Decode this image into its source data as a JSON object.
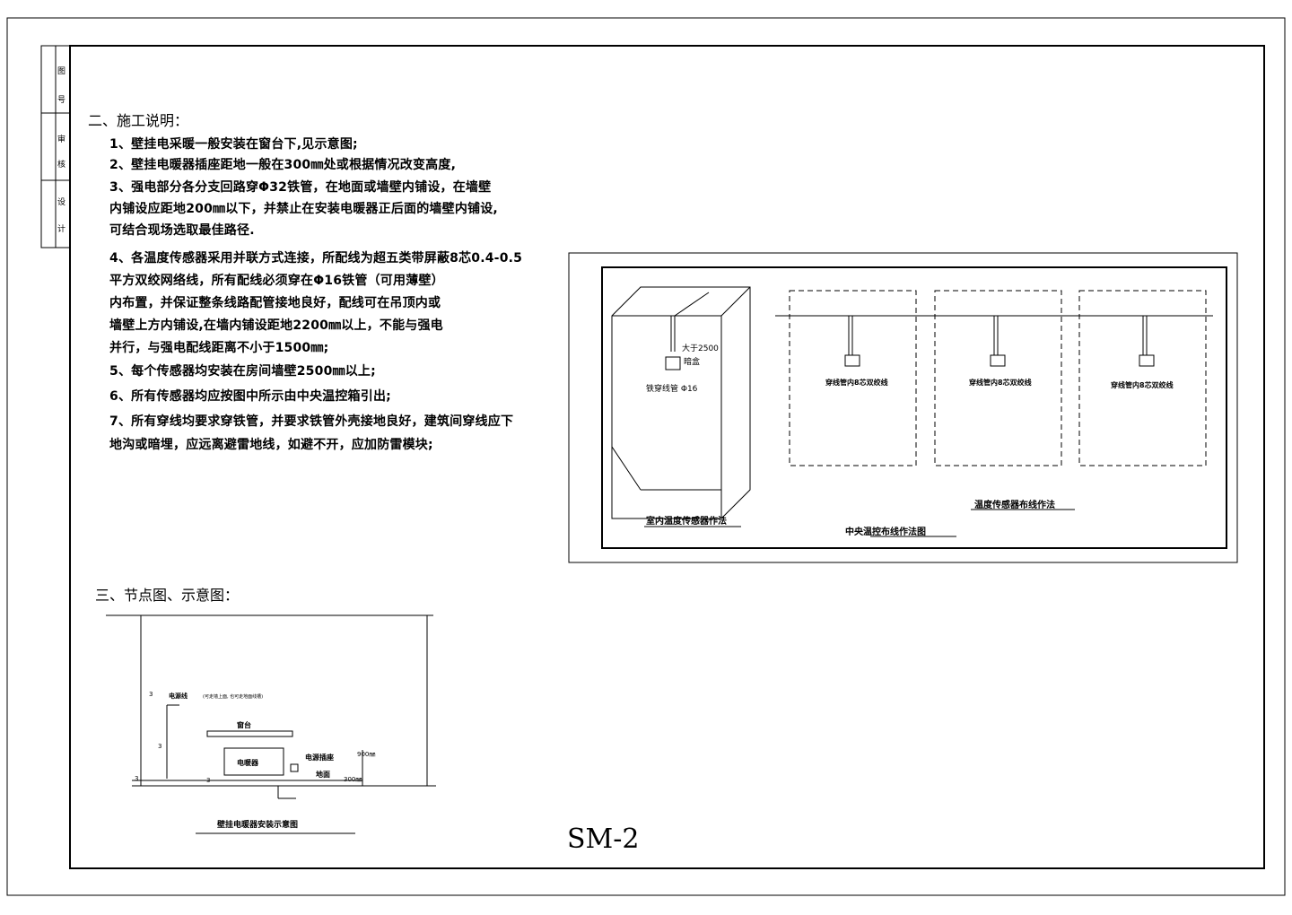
{
  "title_block": {
    "labels": [
      "图",
      "号",
      "审",
      "核",
      "设",
      "计"
    ]
  },
  "section2": {
    "heading": "二、施工说明：",
    "lines": [
      "1、壁挂电采暖一般安装在窗台下,见示意图;",
      "2、壁挂电暖器插座距地一般在300㎜处或根据情况改变高度,",
      "3、强电部分各分支回路穿Φ32铁管，在地面或墙壁内铺设，在墙壁",
      "内铺设应距地200㎜以下，并禁止在安装电暖器正后面的墙壁内铺设,",
      "可结合现场选取最佳路径.",
      "4、各温度传感器采用并联方式连接，所配线为超五类带屏蔽8芯0.4-0.5",
      "平方双绞网络线，所有配线必须穿在Φ16铁管（可用薄壁）",
      "内布置，并保证整条线路配管接地良好，配线可在吊顶内或",
      "墙壁上方内铺设,在墙内铺设距地2200㎜以上，不能与强电",
      "并行，与强电配线距离不小于1500㎜;",
      "5、每个传感器均安装在房间墙壁2500㎜以上;",
      "6、所有传感器均应按图中所示由中央温控箱引出;",
      "7、所有穿线均要求穿铁管，并要求铁管外壳接地良好，建筑间穿线应下",
      "地沟或暗埋，应远离避雷地线，如避不开，应加防雷模块;"
    ]
  },
  "section3": {
    "heading": "三、节点图、示意图："
  },
  "wiring_diagram": {
    "box_label_top": "大于2500",
    "box_label_bottom": "暗盒",
    "pipe_label": "铁穿线管  Φ16",
    "room_labels": [
      "穿线管内8芯双绞线",
      "穿线管内8芯双绞线",
      "穿线管内8芯双绞线"
    ],
    "caption_indoor": "室内温度传感器作法",
    "caption_sensor": "温度传感器布线作法",
    "caption_main": "中央温控布线作法图"
  },
  "install_diagram": {
    "power_line": "电源线",
    "power_line_note": "(可走墙上面, 也可走地面线槽)",
    "window_sill": "窗台",
    "heater": "电暖器",
    "socket": "电源插座",
    "ground": "地面",
    "dim_900": "900㎜",
    "dim_300": "300㎜",
    "dim_mark": "3",
    "caption": "壁挂电暖器安装示意图"
  },
  "sheet_number": "SM-2"
}
